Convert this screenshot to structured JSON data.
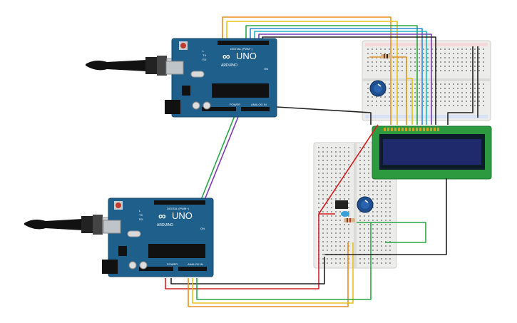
{
  "board_top": {
    "brand": "ARDUINO",
    "model": "UNO",
    "digital_header": "DIGITAL (PWM~)",
    "power_label": "POWER",
    "analog_label": "ANALOG IN",
    "tx_label": "TX",
    "rx_label": "RX",
    "l_label": "L",
    "on_label": "ON"
  },
  "board_bottom": {
    "brand": "ARDUINO",
    "model": "UNO",
    "digital_header": "DIGITAL (PWM~)",
    "power_label": "POWER",
    "analog_label": "ANALOG IN",
    "tx_label": "TX",
    "rx_label": "RX",
    "l_label": "L",
    "on_label": "ON"
  },
  "colors": {
    "board": "#1f5f8b",
    "board_dark": "#16496c",
    "breadboard": "#e9e9e6",
    "lcd_board": "#2e9a3f",
    "lcd_screen": "#1e2a6b",
    "wire_orange": "#e8901c",
    "wire_yellow": "#e8c21c",
    "wire_green": "#28a745",
    "wire_blue": "#2a8ad8",
    "wire_cyan": "#1cb7c9",
    "wire_purple": "#7a3bb5",
    "wire_black": "#222222",
    "wire_red": "#d42020"
  },
  "icons": [
    "usb-cable-icon",
    "potentiometer-icon",
    "resistor-icon",
    "reset-button-icon"
  ]
}
